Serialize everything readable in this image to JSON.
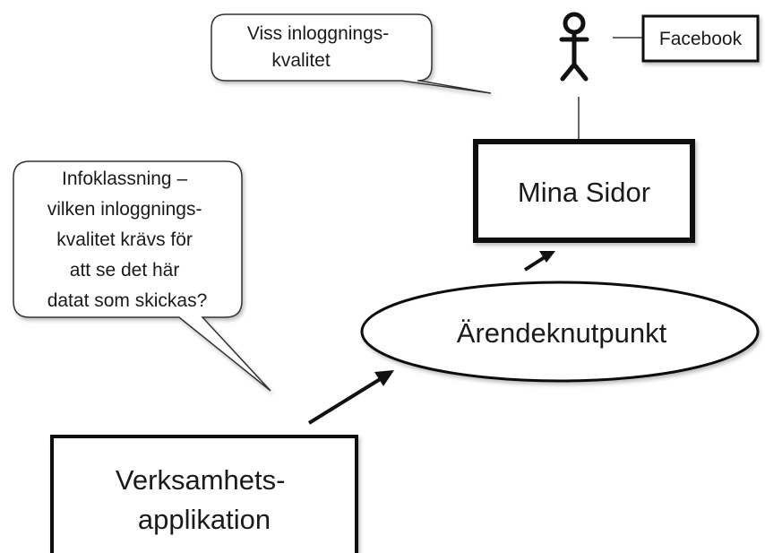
{
  "bubbles": {
    "login_quality": {
      "lines": [
        "Viss inloggnings-",
        "kvalitet"
      ]
    },
    "info_classification": {
      "lines": [
        "Infoklassning –",
        "vilken inloggnings-",
        "kvalitet krävs för",
        "att se det här",
        "datat som skickas?"
      ]
    }
  },
  "nodes": {
    "mina_sidor": {
      "label": "Mina Sidor"
    },
    "arendeknutpunkt": {
      "label": "Ärendeknutpunkt"
    },
    "verksamhetsapplikation": {
      "lines": [
        "Verksamhets-",
        "applikation"
      ]
    }
  },
  "actor": {
    "icon": "stick-figure-user-icon"
  },
  "external": {
    "facebook": {
      "label": "Facebook"
    }
  },
  "colors": {
    "stroke": "#111111",
    "bubble_fill": "#ffffff",
    "bubble_stroke": "#333333",
    "connector": "#666666"
  }
}
